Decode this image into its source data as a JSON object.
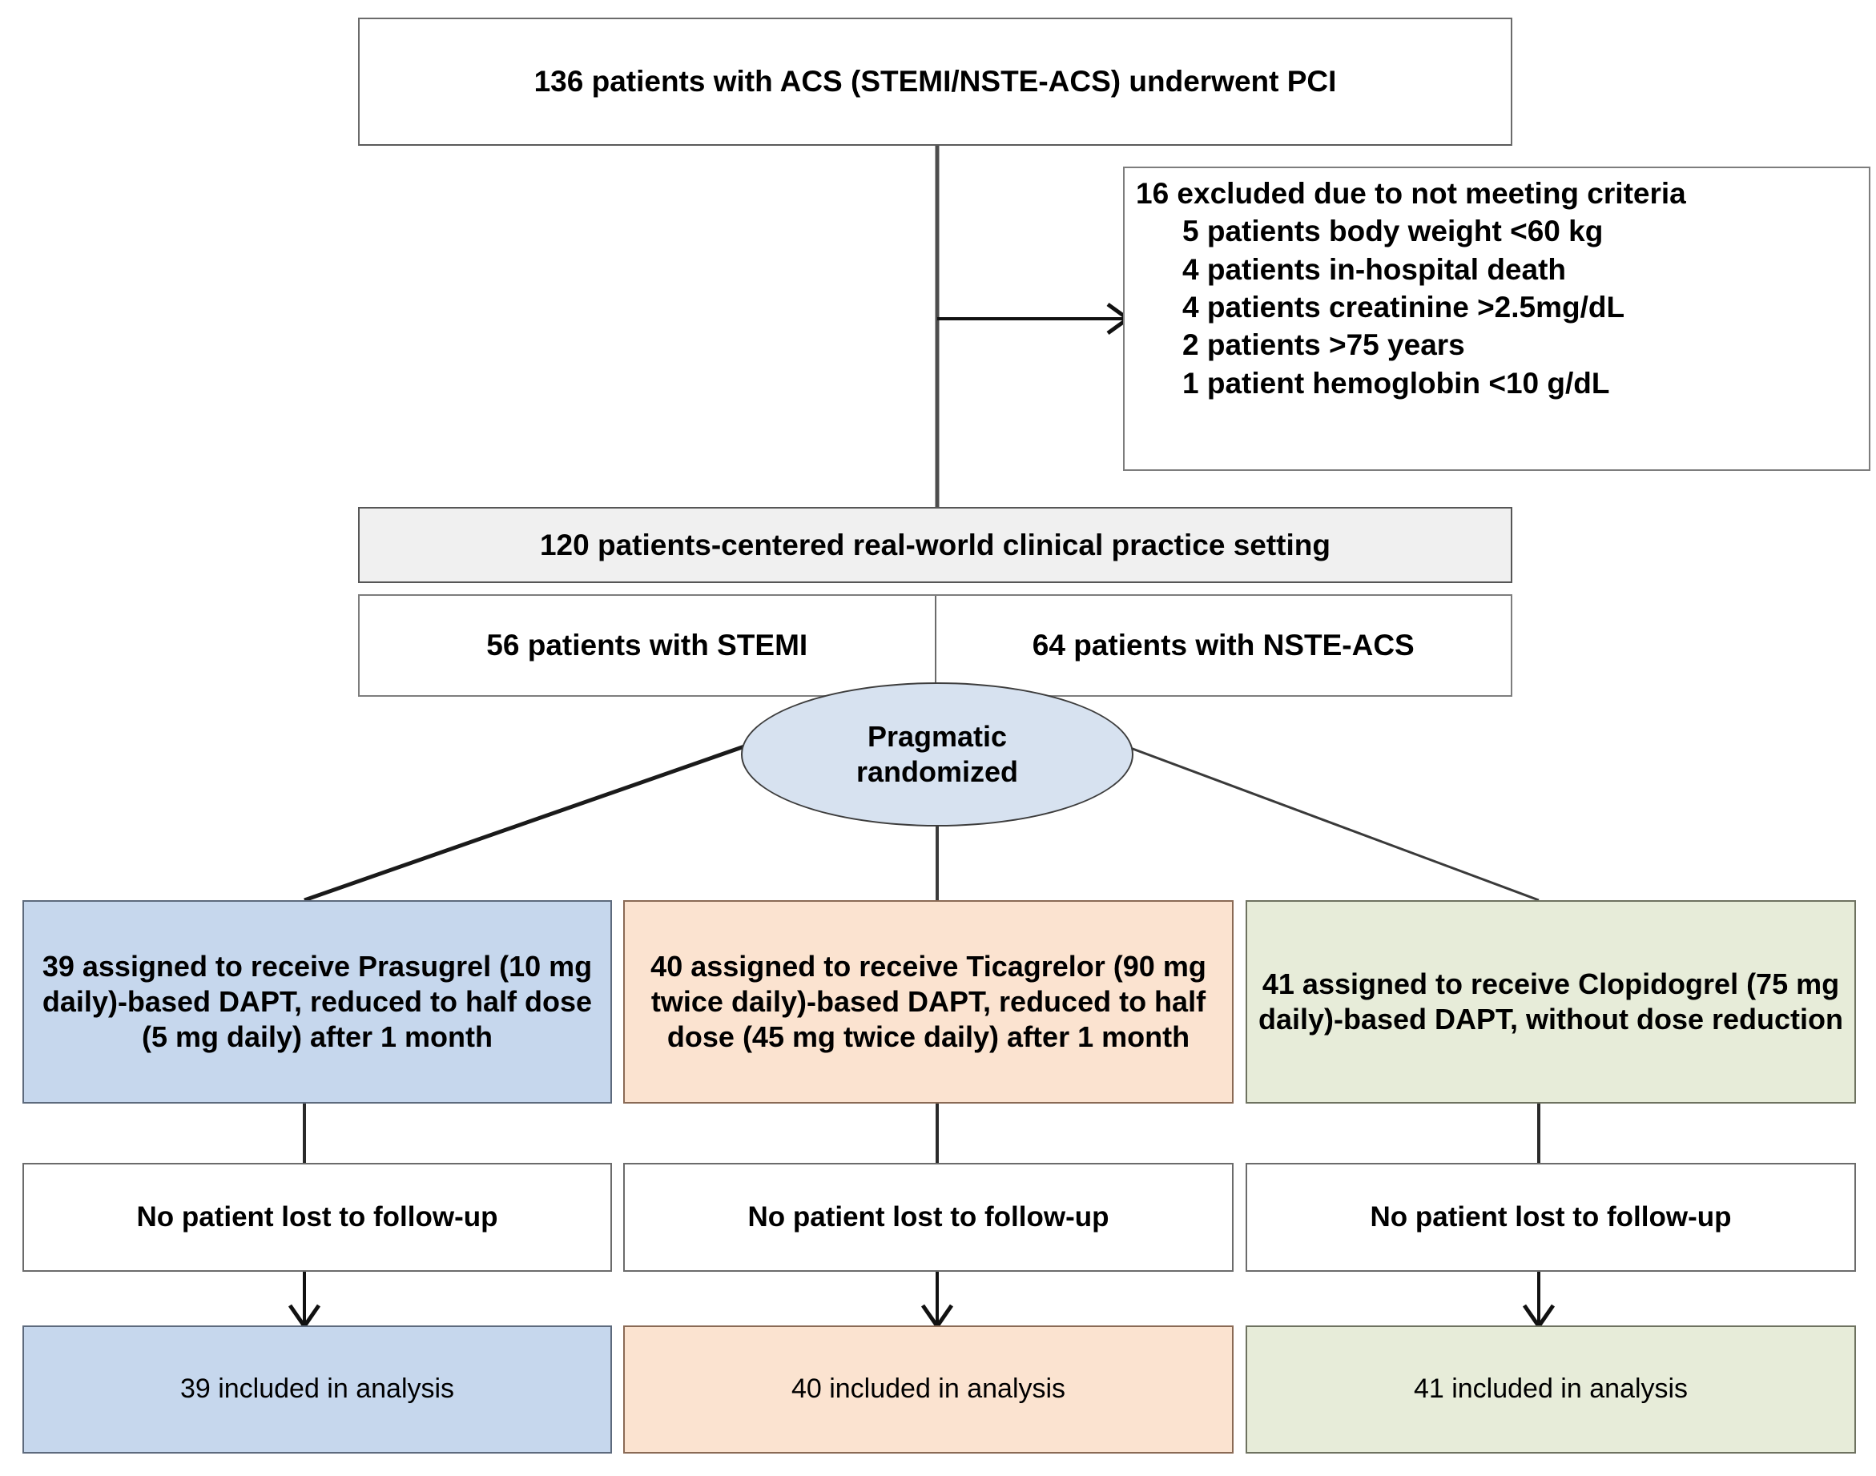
{
  "diagram": {
    "title": "CONSORT-style patient enrollment and randomization flowchart",
    "top_box": {
      "label": "136 patients  with ACS (STEMI/NSTE-ACS) underwent PCI"
    },
    "excluded_box": {
      "heading": "16 excluded due to not meeting criteria",
      "reasons": [
        "5 patients body weight <60 kg",
        "4 patients in-hospital death",
        "4 patients creatinine >2.5mg/dL",
        "2 patients >75 years",
        "1 patient hemoglobin <10 g/dL"
      ]
    },
    "cohort_box": {
      "label": "120 patients-centered real-world clinical practice setting"
    },
    "split_row": {
      "left": "56 patients with STEMI",
      "right": "64 patients with NSTE-ACS"
    },
    "randomization": {
      "line1": "Pragmatic",
      "line2": "randomized"
    },
    "arms": [
      {
        "assignment": "39 assigned to receive Prasugrel (10 mg daily)-based DAPT, reduced to half dose (5 mg daily) after 1 month",
        "followup": "No patient lost to follow-up",
        "analysis": "39 included in analysis",
        "color": "#c6d7ed"
      },
      {
        "assignment": "40 assigned to receive Ticagrelor (90 mg twice daily)-based DAPT, reduced to half dose (45 mg twice daily) after 1 month",
        "followup": "No patient lost to follow-up",
        "analysis": "40 included in analysis",
        "color": "#fbe3d0"
      },
      {
        "assignment": "41 assigned to receive Clopidogrel (75 mg daily)-based DAPT,  without dose reduction",
        "followup": "No patient lost to follow-up",
        "analysis": "41 included in analysis",
        "color": "#e7ecd9"
      }
    ]
  }
}
